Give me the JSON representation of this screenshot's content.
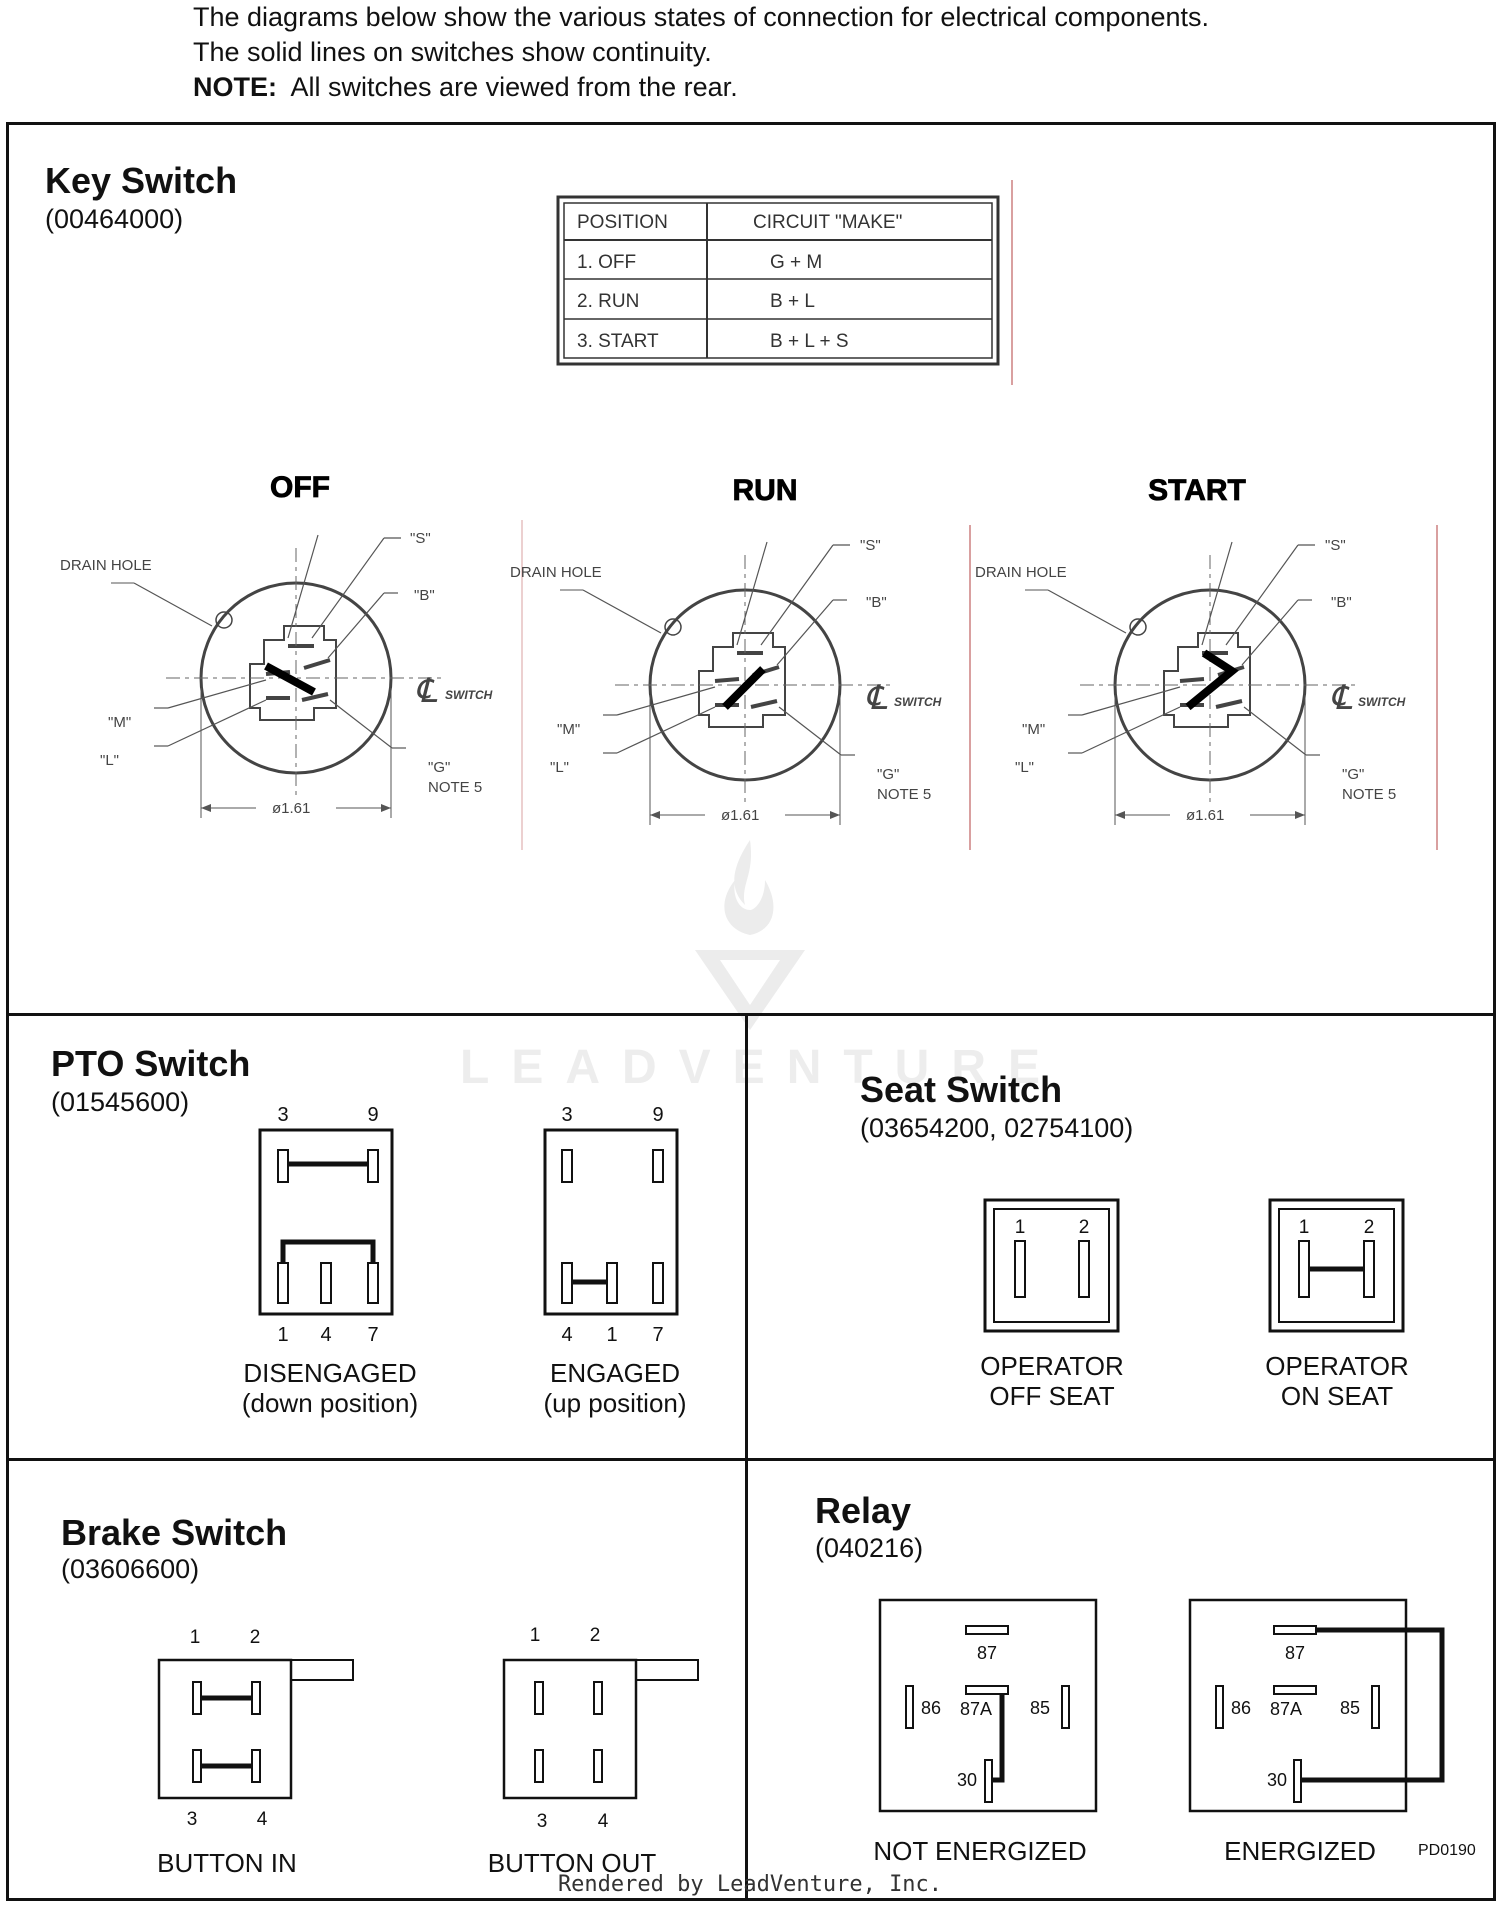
{
  "header": {
    "line1": "The diagrams below show the various states of connection for electrical components.",
    "line2": "The solid lines on switches show continuity.",
    "note_label": "NOTE:",
    "note_text": "All switches are viewed from the rear."
  },
  "key_switch": {
    "title": "Key Switch",
    "part": "(00464000)",
    "table": {
      "headers": [
        "POSITION",
        "CIRCUIT \"MAKE\""
      ],
      "rows": [
        [
          "1. OFF",
          "G + M"
        ],
        [
          "2. RUN",
          "B + L"
        ],
        [
          "3. START",
          "B + L + S"
        ]
      ]
    },
    "views": [
      {
        "state": "OFF"
      },
      {
        "state": "RUN"
      },
      {
        "state": "START"
      }
    ],
    "drawing_labels": {
      "drain_hole": "DRAIN HOLE",
      "s": "\"S\"",
      "b": "\"B\"",
      "m": "\"M\"",
      "l": "\"L\"",
      "g": "\"G\"",
      "note": "NOTE 5",
      "dia": "ø1.61",
      "cl": "℄",
      "switch": "SWITCH"
    }
  },
  "pto_switch": {
    "title": "PTO Switch",
    "part": "(01545600)",
    "top_labels": [
      "3",
      "9"
    ],
    "bottom_labels": [
      "1",
      "4",
      "7"
    ],
    "states": [
      {
        "line1": "DISENGAGED",
        "line2": "(down position)"
      },
      {
        "line1": "ENGAGED",
        "line2": "(up position)"
      }
    ]
  },
  "seat_switch": {
    "title": "Seat Switch",
    "part": "(03654200, 02754100)",
    "pins": [
      "1",
      "2"
    ],
    "states": [
      {
        "line1": "OPERATOR",
        "line2": "OFF SEAT"
      },
      {
        "line1": "OPERATOR",
        "line2": "ON SEAT"
      }
    ]
  },
  "brake_switch": {
    "title": "Brake  Switch",
    "part": "(03606600)",
    "top_labels": [
      "1",
      "2"
    ],
    "bottom_labels": [
      "3",
      "4"
    ],
    "states": [
      "BUTTON IN",
      "BUTTON OUT"
    ]
  },
  "relay": {
    "title": "Relay",
    "part": "(040216)",
    "pins": [
      "87",
      "86",
      "87A",
      "85",
      "30"
    ],
    "states": [
      "NOT ENERGIZED",
      "ENERGIZED"
    ],
    "code": "PD0190"
  },
  "footer": "Rendered by LeadVenture, Inc.",
  "watermark": "LEADVENTURE"
}
